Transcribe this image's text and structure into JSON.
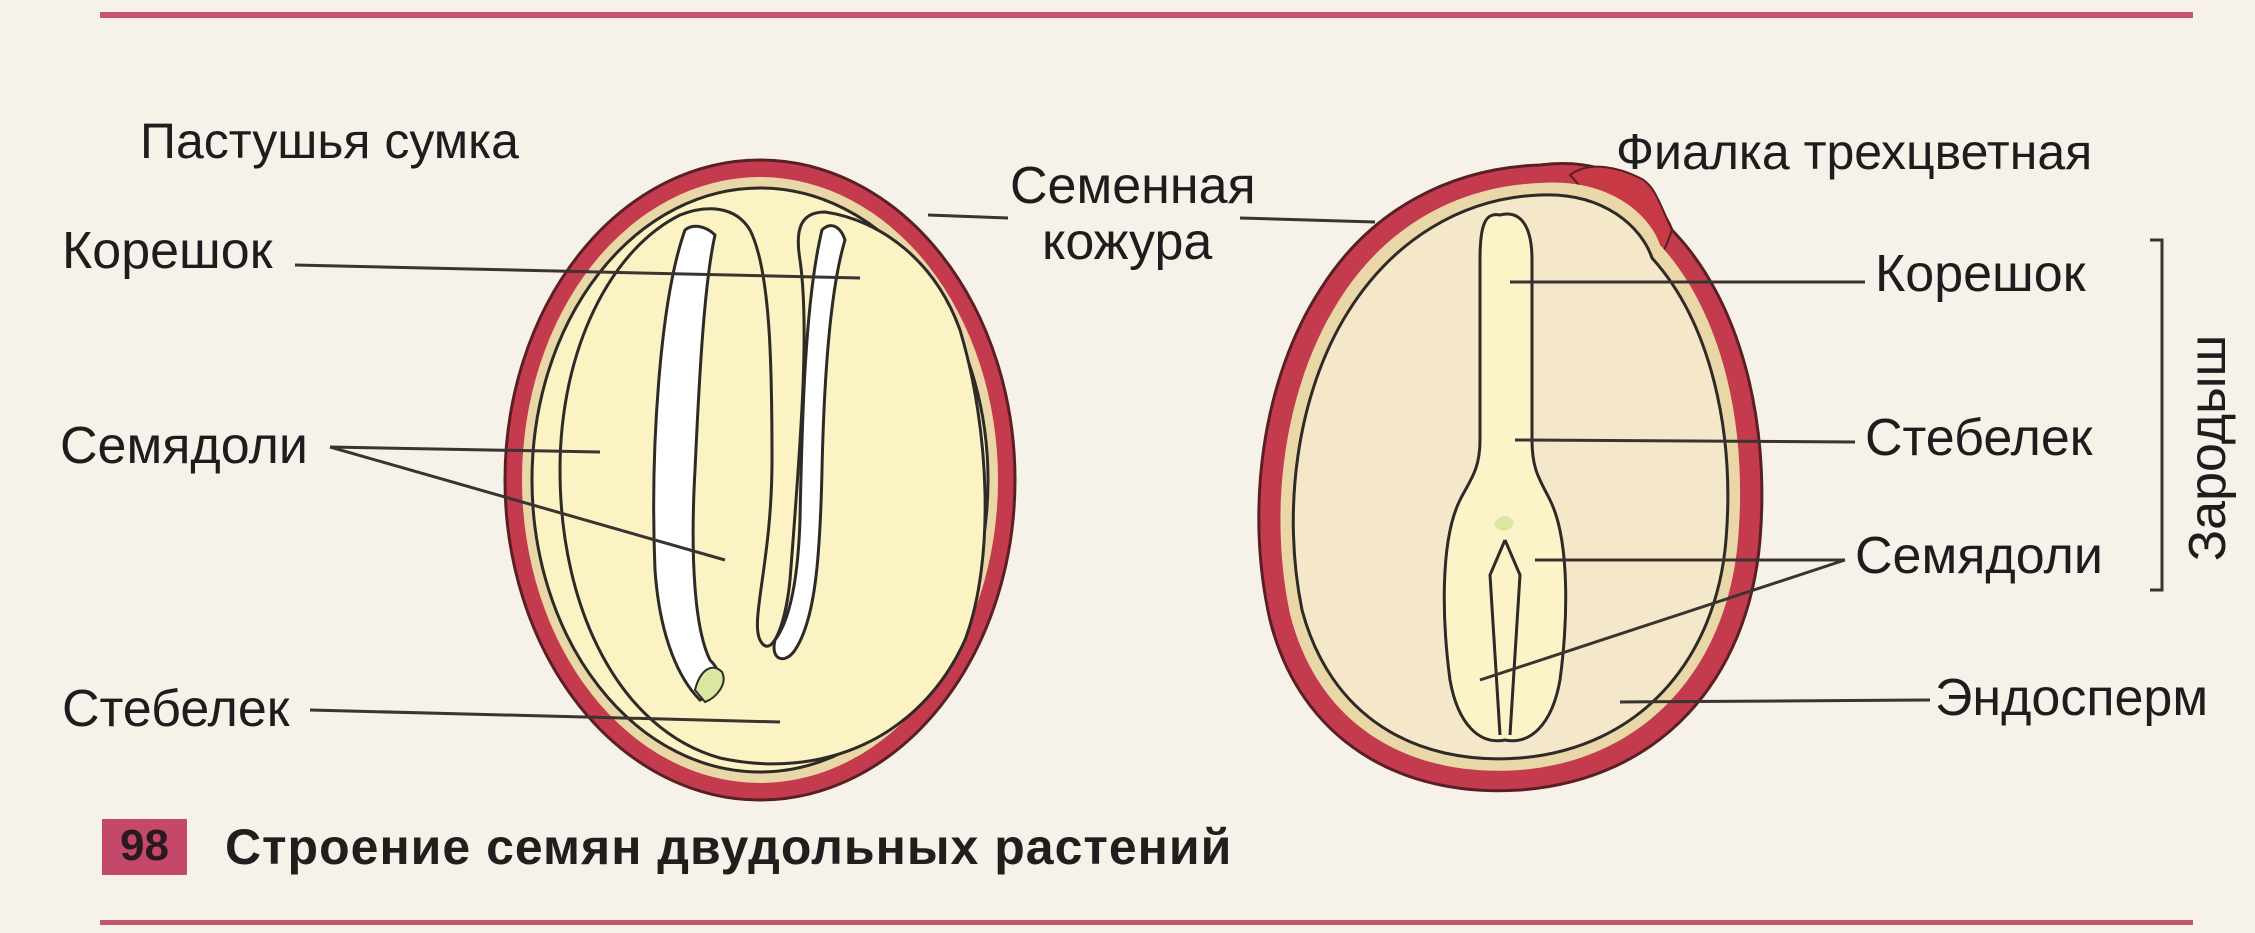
{
  "left_seed": {
    "title": "Пастушья сумка",
    "labels": {
      "root": "Корешок",
      "cotyledons": "Семядоли",
      "stem": "Стебелек"
    }
  },
  "seed_coat": {
    "line1": "Семенная",
    "line2": "кожура"
  },
  "right_seed": {
    "title": "Фиалка трехцветная",
    "labels": {
      "root": "Корешок",
      "stem": "Стебелек",
      "cotyledons": "Семядоли",
      "endosperm": "Эндосперм"
    },
    "bracket_label": "Зародыш"
  },
  "footer": {
    "page_number": "98",
    "caption": "Строение семян двудольных растений"
  },
  "colors": {
    "seed_coat": "#c33b4d",
    "seed_coat_light": "#ead7a8",
    "left_fill": "#fbf3c3",
    "right_fill": "#f5e7c9",
    "embryo_fill": "#fcf4c8",
    "line": "#3a3430",
    "accent_rule": "#c5566b"
  }
}
